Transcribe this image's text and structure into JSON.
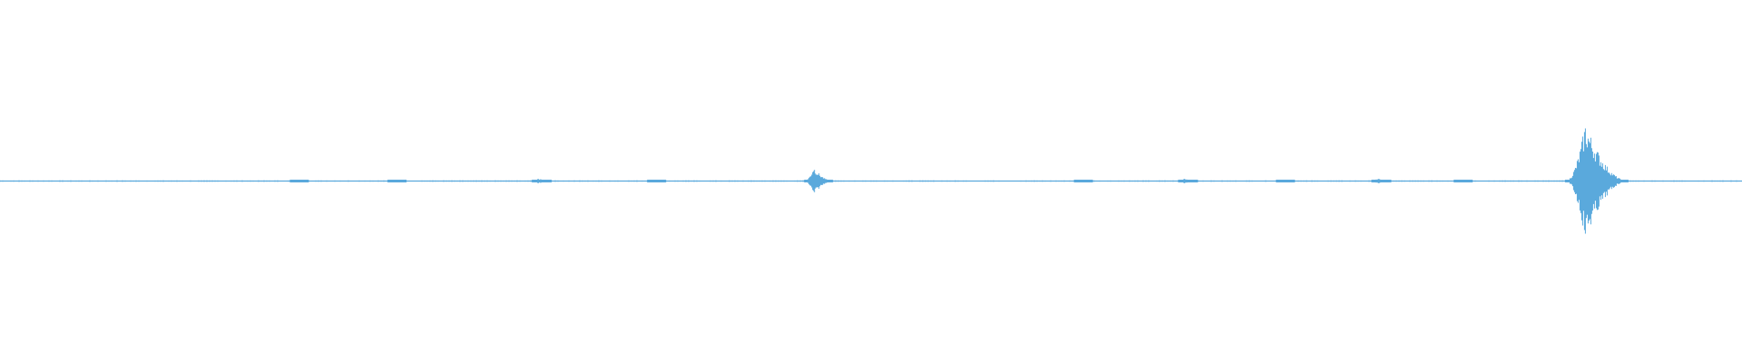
{
  "waveform": {
    "color": "#5aa9dc",
    "baseline_amplitude": 0.01,
    "amplitude_max": 1.0,
    "bursts": [
      {
        "position": 0.17,
        "amplitude": 0.03
      },
      {
        "position": 0.226,
        "amplitude": 0.02
      },
      {
        "position": 0.309,
        "amplitude": 0.04
      },
      {
        "position": 0.375,
        "amplitude": 0.015
      },
      {
        "position": 0.467,
        "amplitude": 0.22
      },
      {
        "position": 0.62,
        "amplitude": 0.015
      },
      {
        "position": 0.68,
        "amplitude": 0.04
      },
      {
        "position": 0.736,
        "amplitude": 0.02
      },
      {
        "position": 0.791,
        "amplitude": 0.04
      },
      {
        "position": 0.838,
        "amplitude": 0.015
      },
      {
        "position": 0.91,
        "amplitude": 0.88
      }
    ]
  }
}
